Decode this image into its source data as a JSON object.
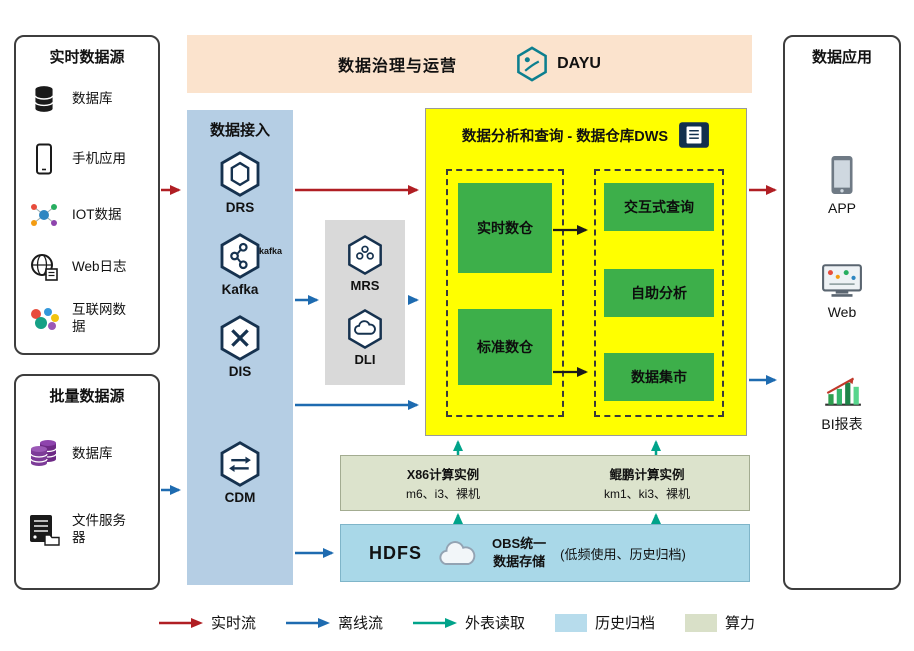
{
  "colors": {
    "realtime_flow": "#b01e23",
    "offline_flow": "#1e6bb0",
    "external_read": "#00a38a",
    "history_archive_fill": "#b7dcec",
    "compute_fill": "#d9e0c8",
    "banner_fill": "#fbe3cd",
    "access_fill": "#b5cee4",
    "dws_fill": "#ffff00",
    "module_green": "#3daf4a"
  },
  "banner": {
    "title": "数据治理与运营",
    "logo_label": "DAYU"
  },
  "realtime_sources": {
    "title": "实时数据源",
    "items": [
      {
        "label": "数据库",
        "icon": "database-icon"
      },
      {
        "label": "手机应用",
        "icon": "mobile-phone-icon"
      },
      {
        "label": "IOT数据",
        "icon": "iot-icon"
      },
      {
        "label": "Web日志",
        "icon": "web-log-globe-icon"
      },
      {
        "label": "互联网数据",
        "icon": "internet-data-icon"
      }
    ]
  },
  "batch_sources": {
    "title": "批量数据源",
    "items": [
      {
        "label": "数据库",
        "icon": "database-purple-icon"
      },
      {
        "label": "文件服务器",
        "icon": "file-server-icon"
      }
    ]
  },
  "data_access": {
    "title": "数据接入",
    "items": [
      {
        "label": "DRS",
        "icon": "drs-hexagon-icon"
      },
      {
        "label": "Kafka",
        "icon": "kafka-hexagon-icon",
        "side_label": "kafka"
      },
      {
        "label": "DIS",
        "icon": "dis-hexagon-icon"
      },
      {
        "label": "CDM",
        "icon": "cdm-hexagon-icon"
      }
    ]
  },
  "middleware": {
    "items": [
      {
        "label": "MRS",
        "icon": "mrs-hexagon-icon"
      },
      {
        "label": "DLI",
        "icon": "dli-hexagon-icon"
      }
    ]
  },
  "dws": {
    "title": "数据分析和查询 - 数据仓库DWS",
    "left_modules": [
      "实时数仓",
      "标准数仓"
    ],
    "right_modules": [
      "交互式查询",
      "自助分析",
      "数据集市"
    ]
  },
  "compute": {
    "x86": {
      "title": "X86计算实例",
      "subtitle": "m6、i3、裸机"
    },
    "kunpeng": {
      "title": "鲲鹏计算实例",
      "subtitle": "km1、ki3、裸机"
    }
  },
  "storage": {
    "hdfs_label": "HDFS",
    "obs_line1": "OBS统一",
    "obs_line2": "数据存储",
    "note": "(低频使用、历史归档)"
  },
  "applications": {
    "title": "数据应用",
    "items": [
      {
        "label": "APP",
        "icon": "app-phone-icon"
      },
      {
        "label": "Web",
        "icon": "web-monitor-icon"
      },
      {
        "label": "BI报表",
        "icon": "bi-report-chart-icon"
      }
    ]
  },
  "legend": {
    "items": [
      {
        "label": "实时流",
        "type": "arrow",
        "color": "#b01e23"
      },
      {
        "label": "离线流",
        "type": "arrow",
        "color": "#1e6bb0"
      },
      {
        "label": "外表读取",
        "type": "arrow",
        "color": "#00a38a"
      },
      {
        "label": "历史归档",
        "type": "swatch",
        "color": "#b7dcec"
      },
      {
        "label": "算力",
        "type": "swatch",
        "color": "#d9e0c8"
      }
    ]
  }
}
